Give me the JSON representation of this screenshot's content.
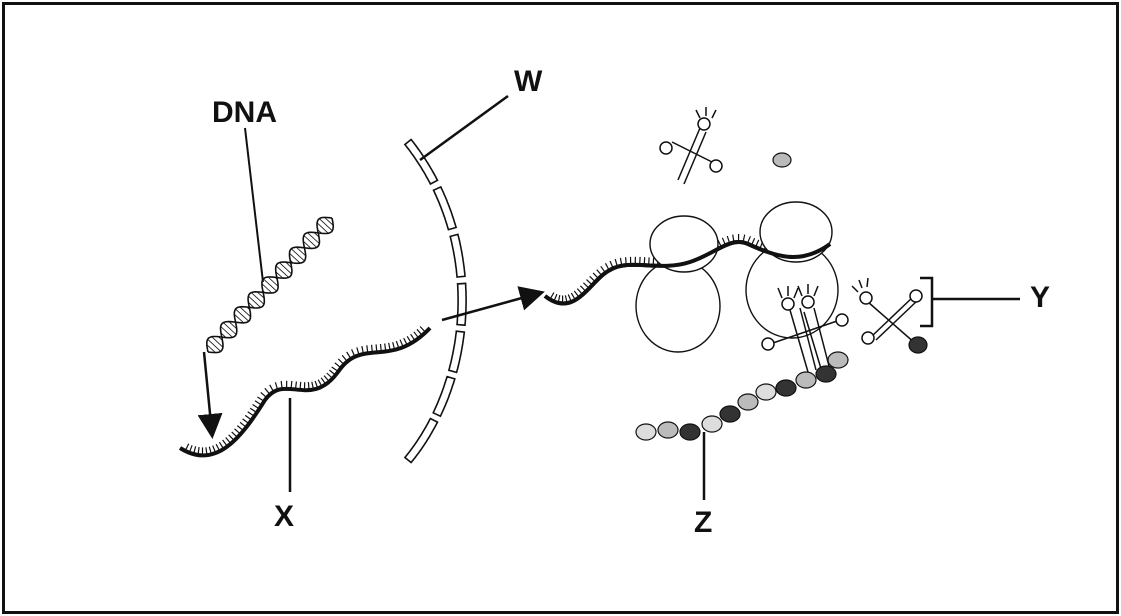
{
  "diagram": {
    "labels": {
      "dna": "DNA",
      "w": "W",
      "x": "X",
      "y": "Y",
      "z": "Z"
    },
    "colors": {
      "ink": "#111111",
      "bead_dark": "#333333",
      "bead_light": "#dddddd",
      "background": "#ffffff"
    }
  }
}
